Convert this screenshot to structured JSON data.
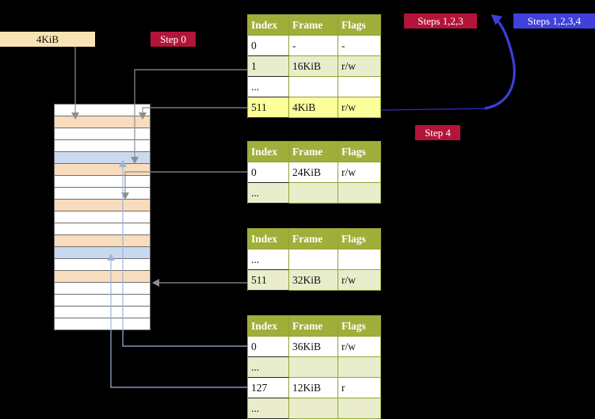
{
  "colors": {
    "crimson": "#b3153a",
    "badgeblue": "#4040dd",
    "header": "#a0ae3a",
    "border": "#93a336",
    "stripe": "#e9edcb",
    "highlight": "#fcff9a",
    "peach": "#f9dcbd",
    "frameblue": "#c9d9ef",
    "wheat": "#f9e3b4",
    "connector": "#8f8f8f",
    "longconnector": "#9db4da",
    "arrowblue": "#3e3ed6"
  },
  "frame_box": {
    "label": "4KiB"
  },
  "badges": {
    "step0": {
      "label": "Step 0"
    },
    "steps123": {
      "label": "Steps 1,2,3"
    },
    "steps1234": {
      "label": "Steps 1,2,3,4"
    },
    "step4": {
      "label": "Step 4"
    }
  },
  "tables": [
    {
      "name": "page-table-level-4",
      "headers": [
        "Index",
        "Frame",
        "Flags"
      ],
      "rows": [
        {
          "cells": [
            "0",
            "-",
            "-"
          ],
          "style": "plain"
        },
        {
          "cells": [
            "1",
            "16KiB",
            "r/w"
          ],
          "style": "stripe"
        },
        {
          "cells": [
            "...",
            "",
            ""
          ],
          "style": "plain"
        },
        {
          "cells": [
            "511",
            "4KiB",
            "r/w"
          ],
          "style": "highlight"
        }
      ]
    },
    {
      "name": "page-table-level-3",
      "headers": [
        "Index",
        "Frame",
        "Flags"
      ],
      "rows": [
        {
          "cells": [
            "0",
            "24KiB",
            "r/w"
          ],
          "style": "plain"
        },
        {
          "cells": [
            "...",
            "",
            ""
          ],
          "style": "stripe"
        }
      ]
    },
    {
      "name": "page-table-level-2",
      "headers": [
        "Index",
        "Frame",
        "Flags"
      ],
      "rows": [
        {
          "cells": [
            "...",
            "",
            ""
          ],
          "style": "plain"
        },
        {
          "cells": [
            "511",
            "32KiB",
            "r/w"
          ],
          "style": "stripe"
        }
      ]
    },
    {
      "name": "page-table-level-1",
      "headers": [
        "Index",
        "Frame",
        "Flags"
      ],
      "rows": [
        {
          "cells": [
            "0",
            "36KiB",
            "r/w"
          ],
          "style": "plain"
        },
        {
          "cells": [
            "...",
            "",
            ""
          ],
          "style": "stripe"
        },
        {
          "cells": [
            "127",
            "12KiB",
            "r"
          ],
          "style": "plain"
        },
        {
          "cells": [
            "...",
            "",
            ""
          ],
          "style": "stripe"
        }
      ]
    }
  ],
  "memory": {
    "rows": [
      "white",
      "peach",
      "white",
      "white",
      "blue",
      "peach",
      "white",
      "white",
      "peach",
      "white",
      "white",
      "peach",
      "blue",
      "white",
      "peach",
      "white",
      "white",
      "white",
      "white"
    ]
  }
}
